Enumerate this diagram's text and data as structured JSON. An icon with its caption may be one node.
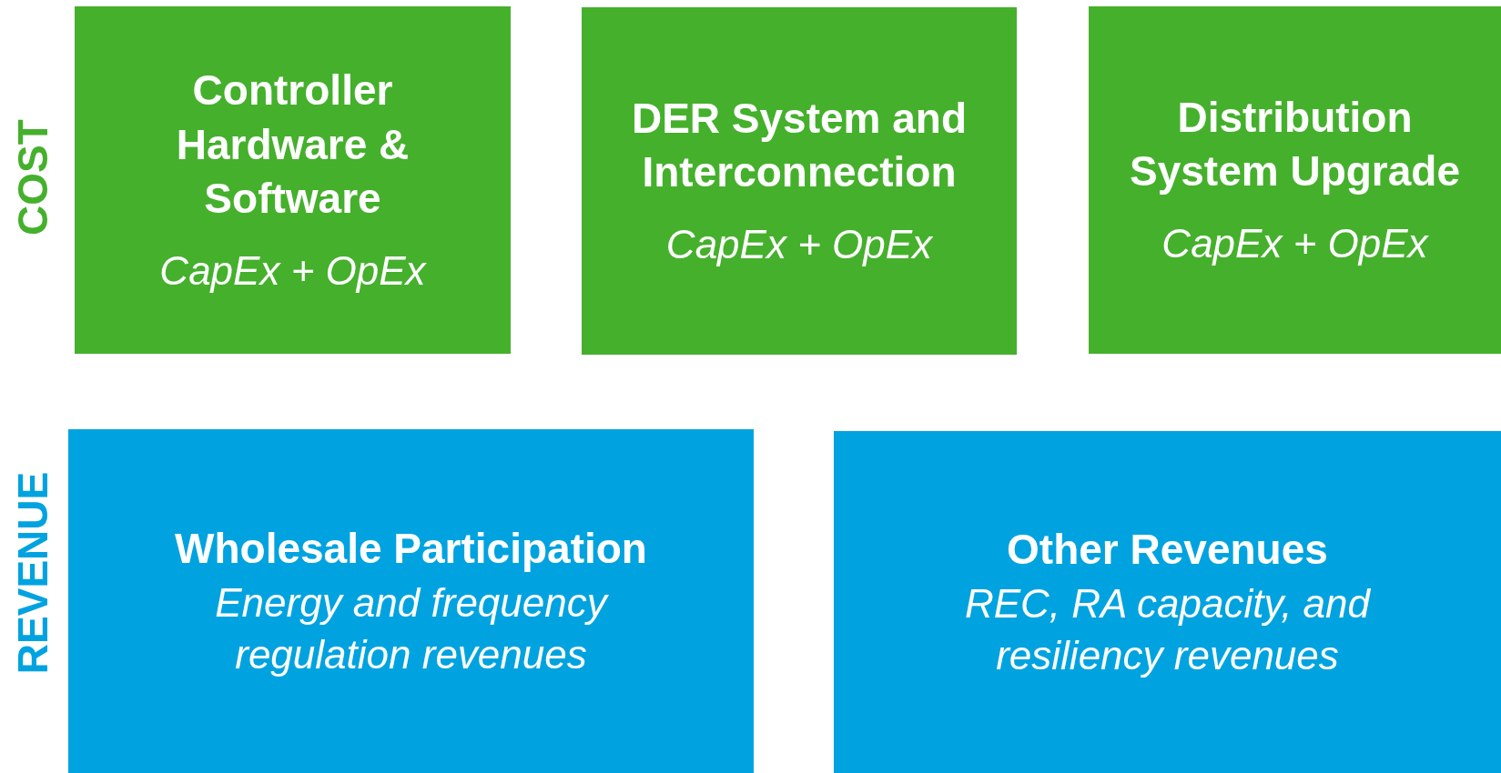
{
  "diagram": {
    "nodes": [
      {
        "text": [
          "Controller Hardware & Software",
          "CapEx + OpEx"
        ]
      },
      {
        "text": [
          "DER System and Interconnection",
          "CapEx + OpEx"
        ]
      },
      {
        "text": [
          "Distribution System Upgrade",
          "CapEx + OpEx"
        ]
      },
      {
        "text": [
          "Wholesale Participation",
          "Energy and frequency regulation revenues"
        ]
      },
      {
        "text": [
          "Other Revenues",
          "REC, RA capacity, and resiliency revenues"
        ]
      }
    ],
    "labels": [
      "COST",
      "REVENUE"
    ]
  }
}
